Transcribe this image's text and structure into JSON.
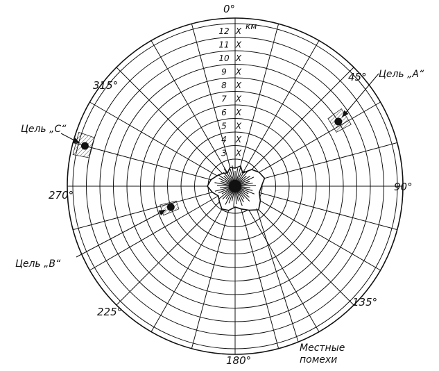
{
  "diagram": {
    "angle_labels": [
      {
        "angle": 0,
        "text": "0°"
      },
      {
        "angle": 45,
        "text": "45°"
      },
      {
        "angle": 90,
        "text": "90°"
      },
      {
        "angle": 135,
        "text": "135°"
      },
      {
        "angle": 180,
        "text": "180°"
      },
      {
        "angle": 225,
        "text": "225°"
      },
      {
        "angle": 270,
        "text": "270°"
      },
      {
        "angle": 315,
        "text": "315°"
      }
    ],
    "range": {
      "unit": "км",
      "marks": [
        "12",
        "11",
        "10",
        "9",
        "8",
        "7",
        "6",
        "5",
        "4",
        "3"
      ],
      "tick_glyph": "X"
    },
    "targets": [
      {
        "id": "A",
        "label": "Цель „А“",
        "bearing_deg": 58,
        "range_km": 9
      },
      {
        "id": "B",
        "label": "Цель „В“",
        "bearing_deg": 252,
        "range_km": 5
      },
      {
        "id": "C",
        "label": "Цель „С“",
        "bearing_deg": 285,
        "range_km": 11.5
      }
    ],
    "clutter": {
      "label_line1": "Местные",
      "label_line2": "помехи"
    }
  }
}
